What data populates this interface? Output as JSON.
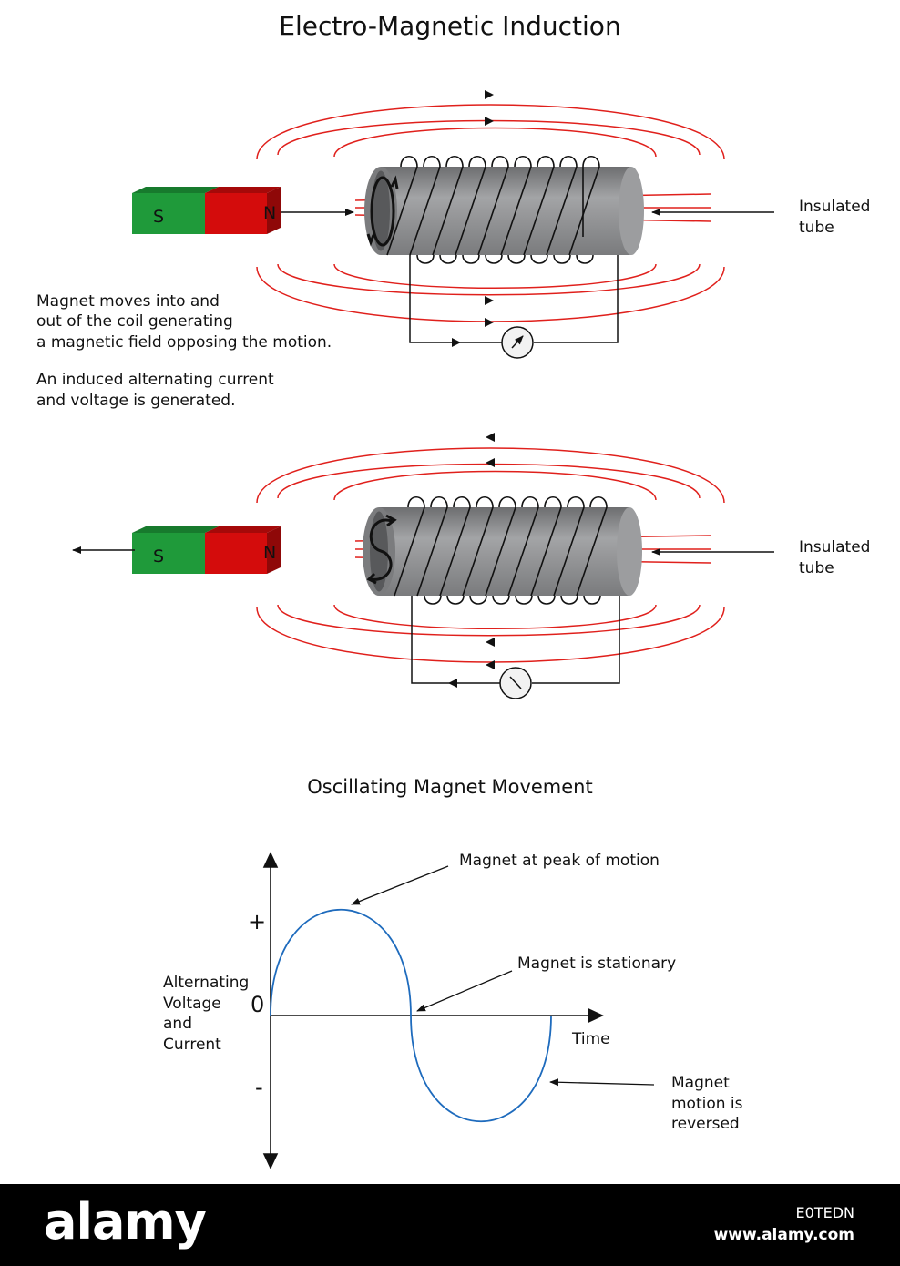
{
  "title": "Electro-Magnetic Induction",
  "subtitle": "Oscillating Magnet Movement",
  "description_lines": [
    "Magnet moves into and",
    "out of the coil generating",
    "a magnetic field opposing the motion."
  ],
  "induced_lines": [
    "An induced alternating current",
    "and voltage is generated."
  ],
  "tube_label_top": "Insulated\ntube",
  "tube_label_bottom": "Insulated\ntube",
  "magnet": {
    "south": "S",
    "north": "N"
  },
  "graph": {
    "plus": "+",
    "zero": "0",
    "minus": "-",
    "ylabel": "Alternating\nVoltage\nand\nCurrent",
    "xlabel": "Time",
    "peak_label": "Magnet at peak of motion",
    "stationary_label": "Magnet is stationary",
    "reversed_label": "Magnet\nmotion is\nreversed"
  },
  "colors": {
    "field": "#e0201c",
    "wave": "#1e6bbd",
    "magnet_south": "#1f9a3a",
    "magnet_north": "#d40c0c",
    "tube": "#8f9092"
  },
  "footer": {
    "brand": "alamy",
    "image_id": "E0TEDN",
    "site": "www.alamy.com"
  }
}
